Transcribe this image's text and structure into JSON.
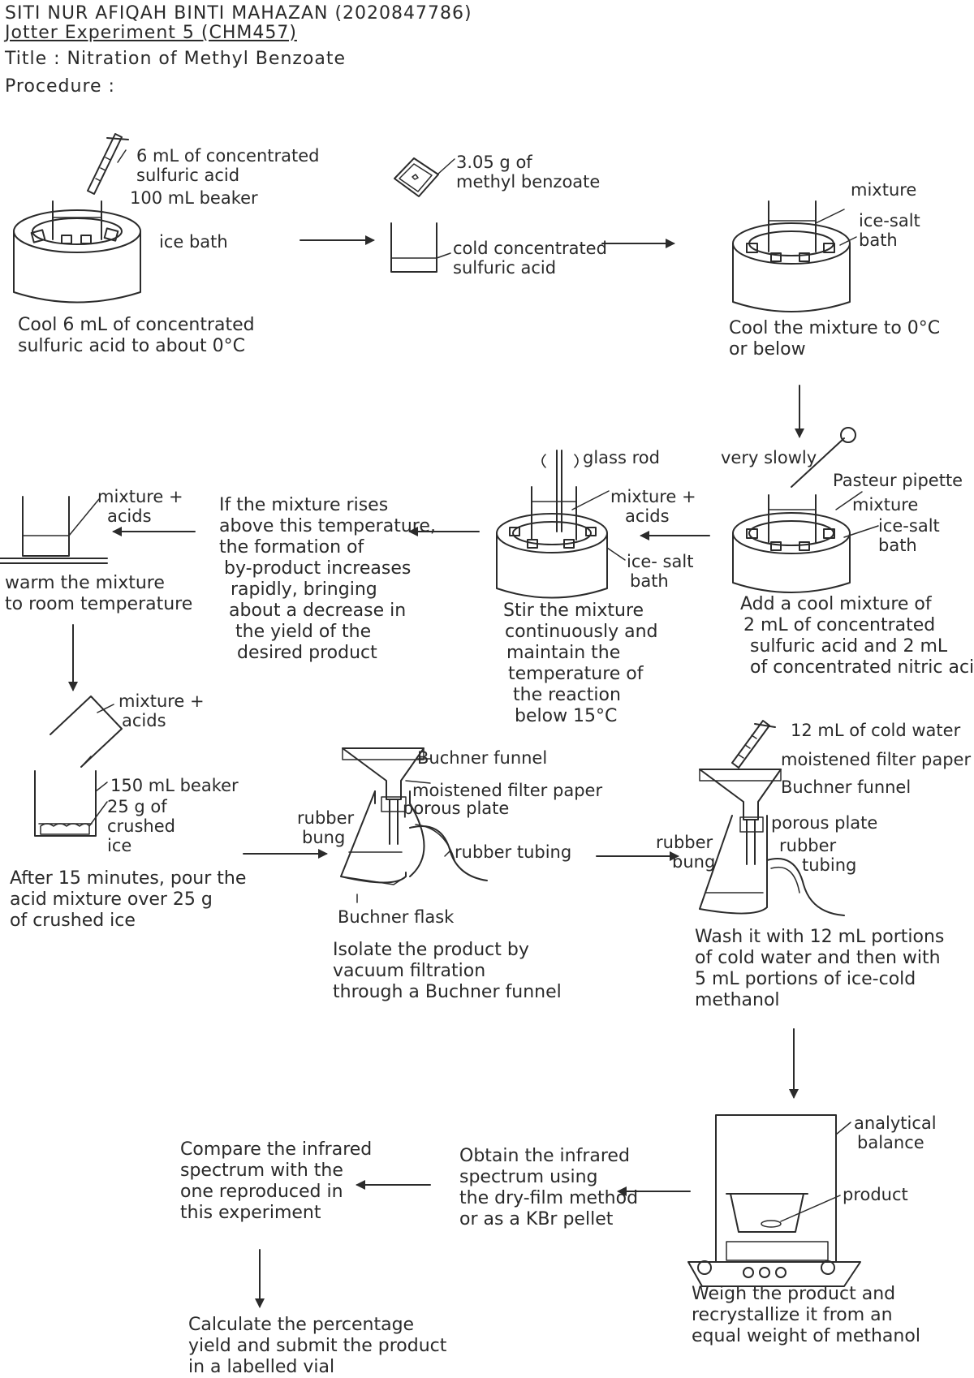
{
  "header": {
    "author": "SITI NUR AFIQAH BINTI MAHAZAN (2020847786)",
    "experiment": "Jotter Experiment 5 (CHM457)",
    "title": "Title : Nitration of Methyl Benzoate",
    "procedure": "Procedure :"
  },
  "labels": {
    "acid6": [
      "6 mL of concentrated",
      "sulfuric acid"
    ],
    "beaker100": "100 mL beaker",
    "icebath": "ice bath",
    "mb": [
      "3.05 g of",
      "methyl benzoate"
    ],
    "coldacid": [
      "cold concentrated",
      "sulfuric acid"
    ],
    "mixture": "mixture",
    "icesalt": [
      "ice-salt",
      "bath"
    ],
    "veryslowly": "very slowly",
    "pasteur": "Pasteur pipette",
    "mixture2": "mixture",
    "icesalt2": [
      "ice-salt",
      "bath"
    ],
    "glassrod": "glass rod",
    "mixacids": [
      "mixture +",
      "acids"
    ],
    "icesalt3": [
      "ice- salt",
      "bath"
    ],
    "mixacids2": [
      "mixture +",
      "acids"
    ],
    "mixacids3": [
      "mixture +",
      "acids"
    ],
    "beaker150": "150 mL beaker",
    "crushed": [
      "25 g of",
      "crushed",
      "ice"
    ],
    "buchnerfunnel": "Buchner funnel",
    "moistfp": "moistened filter paper",
    "porous": "porous plate",
    "rubberbung": [
      "rubber",
      "bung"
    ],
    "rubbertubing": "rubber tubing",
    "buchnerflask": "Buchner flask",
    "coldwater12": "12 mL of cold water",
    "moistfp2": "moistened filter paper",
    "buchnerfunnel2": "Buchner funnel",
    "porous2": "porous plate",
    "rubbertubing2": [
      "rubber",
      "tubing"
    ],
    "rubberbung2": [
      "rubber",
      "bung"
    ],
    "balance": [
      "analytical",
      "balance"
    ],
    "product": "product"
  },
  "steps": {
    "s1": [
      "Cool 6 mL of concentrated",
      "sulfuric acid to about 0°C"
    ],
    "s2": [
      "Cool the mixture to 0°C",
      "or below"
    ],
    "s3": [
      "Add a cool mixture of",
      "2 mL of concentrated",
      "sulfuric acid and 2 mL",
      "of concentrated nitric acid"
    ],
    "s4": [
      "Stir the mixture",
      "continuously and",
      "maintain the",
      "temperature of",
      "the reaction",
      "below 15°C"
    ],
    "s5": [
      "If the mixture rises",
      "above this temperature,",
      "the formation of",
      "by-product increases",
      "rapidly, bringing",
      "about a decrease in",
      "the yield of the",
      "desired product"
    ],
    "s6": [
      "warm the mixture",
      "to room temperature"
    ],
    "s7": [
      "After 15 minutes, pour the",
      "acid mixture over 25 g",
      "of crushed ice"
    ],
    "s8": [
      "Isolate the product by",
      "vacuum filtration",
      "through a Buchner funnel"
    ],
    "s9": [
      "Wash it with 12 mL portions",
      "of cold water and then with",
      "5 mL portions of ice-cold",
      "methanol"
    ],
    "s10": [
      "Weigh the product and",
      "recrystallize it from an",
      "equal weight of methanol"
    ],
    "s11": [
      "Obtain the infrared",
      "spectrum using",
      "the dry-film method",
      "or as a KBr pellet"
    ],
    "s12": [
      "Compare the infrared",
      "spectrum with the",
      "one reproduced in",
      "this experiment"
    ],
    "s13": [
      "Calculate the percentage",
      "yield and submit the product",
      "in a labelled vial"
    ]
  }
}
